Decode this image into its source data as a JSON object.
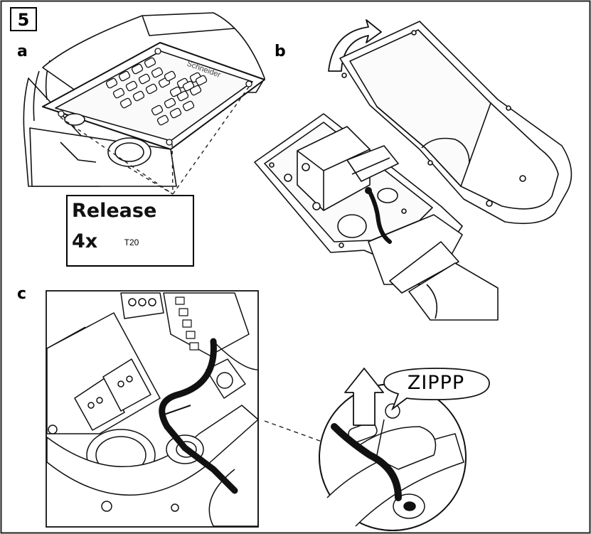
{
  "step": "5",
  "panels": {
    "a": "a",
    "b": "b",
    "c": "c"
  },
  "callout": {
    "line1": "Release",
    "line2": "4x",
    "torx": "T20"
  },
  "brand": "Schneider",
  "zipp": "ZIPPP"
}
